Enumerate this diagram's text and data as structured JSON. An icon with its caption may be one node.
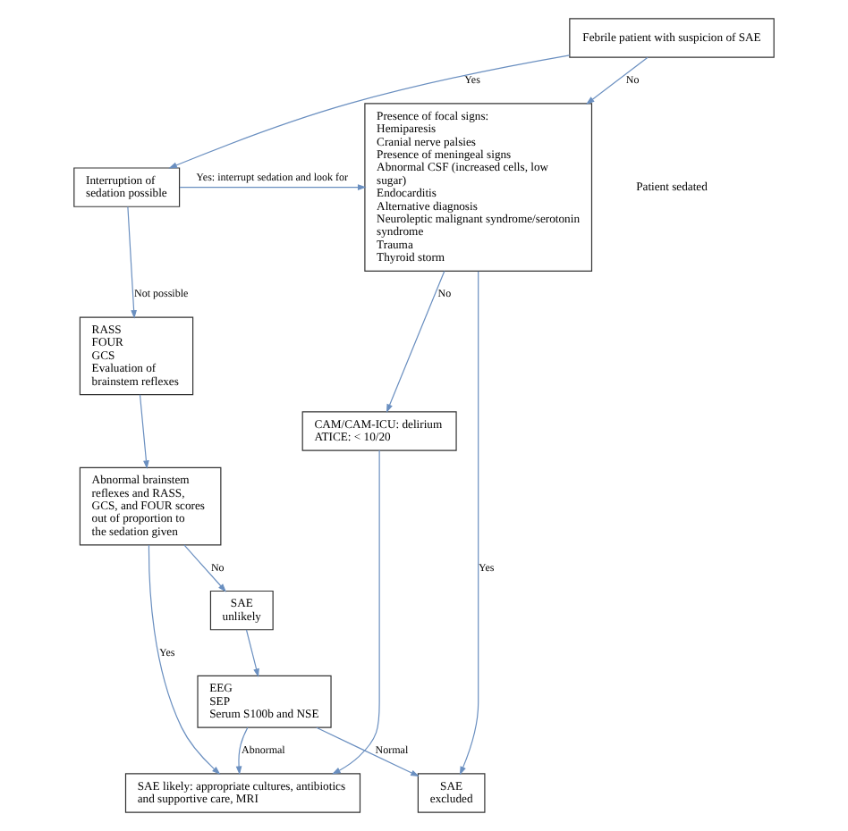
{
  "diagram": {
    "nodes": [
      {
        "text": [
          "Febrile patient with suspicion of SAE"
        ]
      },
      {
        "text": [
          "Interruption of sedation possible"
        ]
      },
      {
        "text": [
          "Presence of focal signs:",
          "Hemiparesis",
          "Cranial nerve palsies",
          "Presence of meningeal signs",
          "Abnormal CSF (increased cells, low sugar)",
          "Endocarditis",
          "Alternative diagnosis",
          "Neuroleptic malignant syndrome/serotonin syndrome",
          "Trauma",
          "Thyroid storm"
        ]
      },
      {
        "text": [
          "RASS",
          "FOUR",
          "GCS",
          "Evaluation of brainstem reflexes"
        ]
      },
      {
        "text": [
          "CAM/CAM-ICU: delirium",
          "ATICE: < 10/20"
        ]
      },
      {
        "text": [
          "SAE excluded"
        ]
      },
      {
        "text": [
          "Abnormal brainstem reflexes and RASS, GCS, and FOUR scores out of proportion to the sedation given"
        ]
      },
      {
        "text": [
          "SAE likely: appropriate cultures, antibiotics and supportive care, MRI"
        ]
      },
      {
        "text": [
          "SAE unlikely"
        ]
      },
      {
        "text": [
          "EEG",
          "SEP",
          "Serum S100b and NSE"
        ]
      }
    ],
    "edges": [
      {
        "from": 0,
        "to": 1,
        "arrow": "to",
        "label": "Yes"
      },
      {
        "from": 0,
        "to": 2,
        "arrow": "to",
        "label": "No"
      },
      {
        "from": 1,
        "to": 2,
        "arrow": "to",
        "label": "Yes: interrupt sedation and look for"
      },
      {
        "from": 1,
        "to": 3,
        "arrow": "to",
        "label": "Not possible"
      },
      {
        "from": 2,
        "to": 4,
        "arrow": "to",
        "label": "No"
      },
      {
        "from": 2,
        "to": 5,
        "arrow": "to",
        "label": "Yes"
      },
      {
        "from": 3,
        "to": 6,
        "arrow": "to"
      },
      {
        "from": 4,
        "to": 7,
        "arrow": "to"
      },
      {
        "from": 6,
        "to": 7,
        "arrow": "to",
        "label": "Yes"
      },
      {
        "from": 6,
        "to": 8,
        "arrow": "to",
        "label": "No"
      },
      {
        "from": 8,
        "to": 9,
        "arrow": "to"
      },
      {
        "from": 9,
        "to": 7,
        "arrow": "to",
        "label": "Abnormal"
      },
      {
        "from": 9,
        "to": 5,
        "arrow": "to",
        "label": "Normal"
      }
    ],
    "labels": [
      "Patient sedated"
    ]
  }
}
